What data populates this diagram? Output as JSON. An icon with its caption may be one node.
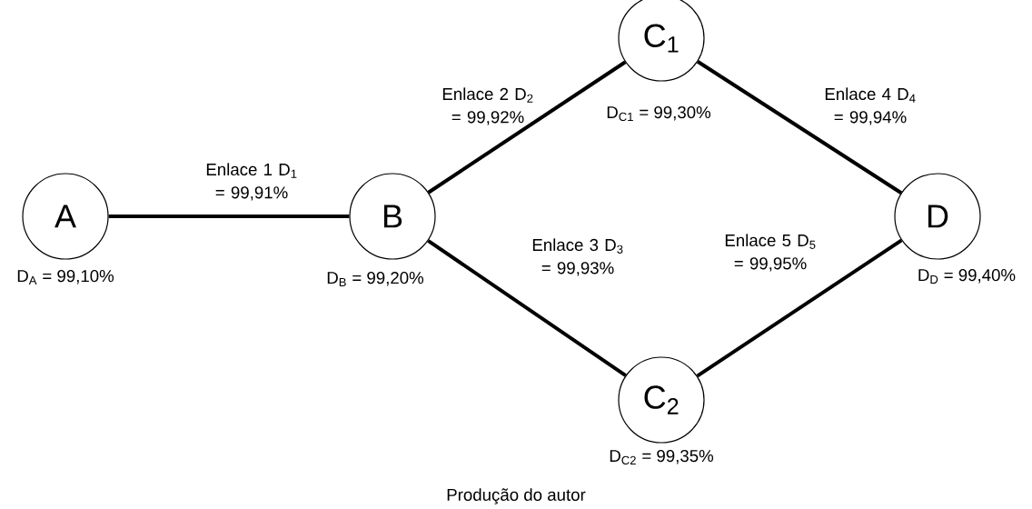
{
  "diagram": {
    "caption": "Produção do autor",
    "nodes": [
      {
        "text": [
          "A"
        ],
        "beside": [
          "D$_{A}$ = 99,10%"
        ]
      },
      {
        "text": [
          "B"
        ],
        "beside": [
          "D$_{B}$ = 99,20%"
        ]
      },
      {
        "text": [
          "C$_{1}$"
        ],
        "beside": [
          "D$_{C1}$ = 99,30%"
        ]
      },
      {
        "text": [
          "C$_{2}$"
        ],
        "beside": [
          "D$_{C2}$ = 99,35%"
        ]
      },
      {
        "text": [
          "D"
        ],
        "beside": [
          "D$_{D}$ = 99,40%"
        ]
      }
    ],
    "edges": [
      {
        "from": 0,
        "to": 1,
        "arrow": "none",
        "label": "Enlace 1 D$_{1}$ = 99,91%"
      },
      {
        "from": 1,
        "to": 2,
        "arrow": "none",
        "label": "Enlace 2 D$_{2}$ = 99,92%"
      },
      {
        "from": 1,
        "to": 3,
        "arrow": "none",
        "label": "Enlace 3 D$_{3}$ = 99,93%"
      },
      {
        "from": 2,
        "to": 4,
        "arrow": "none",
        "label": "Enlace 4 D$_{4}$ = 99,94%"
      },
      {
        "from": 3,
        "to": 4,
        "arrow": "none",
        "label": "Enlace 5 D$_{5}$ = 99,95%"
      }
    ]
  }
}
